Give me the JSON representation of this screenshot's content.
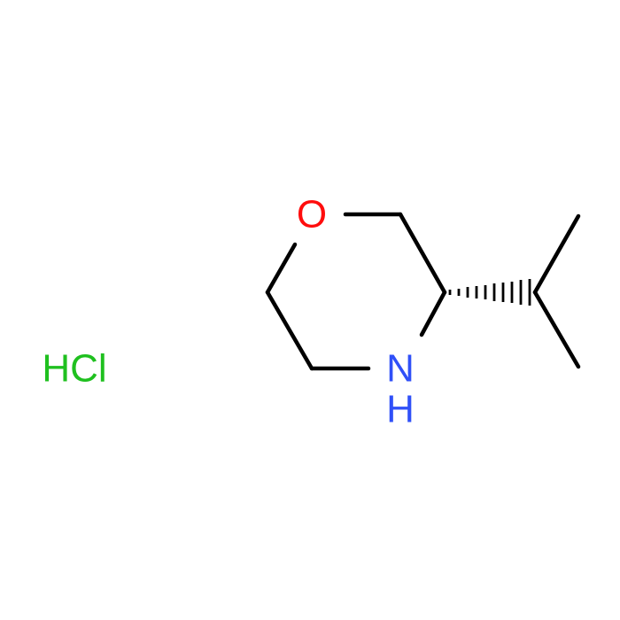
{
  "molecule": {
    "atoms": {
      "oxygen": {
        "label": "O",
        "color": "#ff0d0d"
      },
      "nitrogen": {
        "label": "N",
        "color": "#3050f8"
      },
      "nitrogen_h": {
        "label": "H",
        "color": "#3050f8"
      }
    },
    "salt": {
      "label": "HCl",
      "color": "#1fc01f"
    }
  }
}
